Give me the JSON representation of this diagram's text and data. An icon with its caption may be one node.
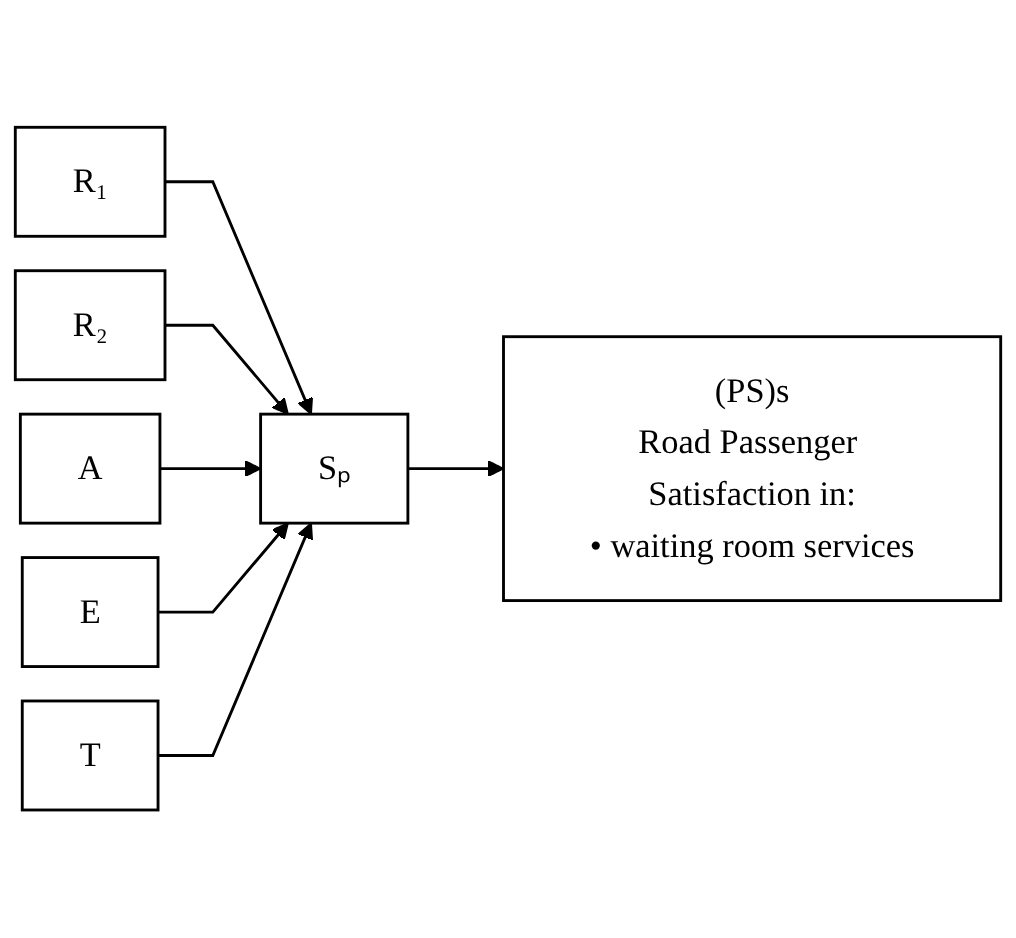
{
  "diagram": {
    "nodes": [
      {
        "text": [
          "R₁"
        ]
      },
      {
        "text": [
          "R₂"
        ]
      },
      {
        "text": [
          "A"
        ]
      },
      {
        "text": [
          "E"
        ]
      },
      {
        "text": [
          "T"
        ]
      },
      {
        "text": [
          "Sₚ"
        ]
      },
      {
        "text": [
          "(PS)s",
          "Road Passenger Satisfaction in:",
          "• waiting room services"
        ]
      }
    ],
    "edges": [
      {
        "from": 0,
        "to": 5,
        "arrow": "to"
      },
      {
        "from": 1,
        "to": 5,
        "arrow": "to"
      },
      {
        "from": 2,
        "to": 5,
        "arrow": "to"
      },
      {
        "from": 3,
        "to": 5,
        "arrow": "to"
      },
      {
        "from": 4,
        "to": 5,
        "arrow": "to"
      },
      {
        "from": 5,
        "to": 6,
        "arrow": "to"
      }
    ]
  }
}
